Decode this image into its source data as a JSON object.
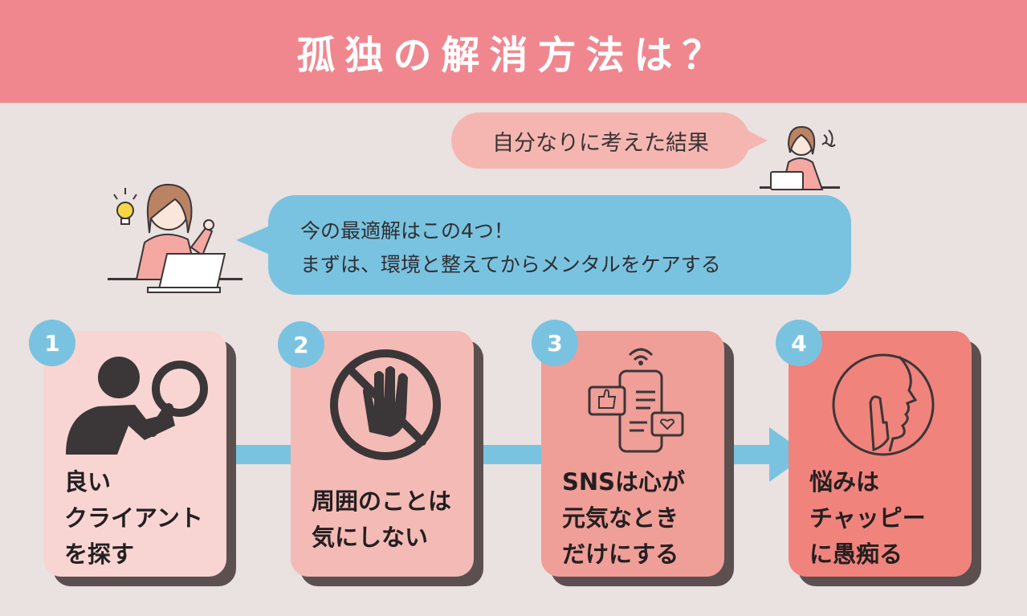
{
  "banner": {
    "title": "孤独の解消方法は？"
  },
  "bubbles": {
    "thought": "自分なりに考えた結果",
    "answer_line1": "今の最適解はこの4つ！",
    "answer_line2": "まずは、環境と整えてからメンタルをケアする"
  },
  "steps": [
    {
      "number": "1",
      "text": "良い\nクライアント\nを探す",
      "icon": "magnifier-person-icon"
    },
    {
      "number": "2",
      "text": "周囲のことは\n気にしない",
      "icon": "stop-hand-icon"
    },
    {
      "number": "3",
      "text": "SNSは心が\n元気なとき\nだけにする",
      "icon": "smartphone-sns-icon"
    },
    {
      "number": "4",
      "text": "悩みは\nチャッピー\nに愚痴る",
      "icon": "silence-face-icon"
    }
  ],
  "colors": {
    "banner": "#f0878f",
    "bubble_blue": "#7ac3e0",
    "bubble_pink": "#f5b6b1",
    "card_1": "#f8d5d3",
    "card_2": "#f4bab6",
    "card_3": "#f09e98",
    "card_4": "#f0837c",
    "icon_dark": "#3b3637"
  }
}
